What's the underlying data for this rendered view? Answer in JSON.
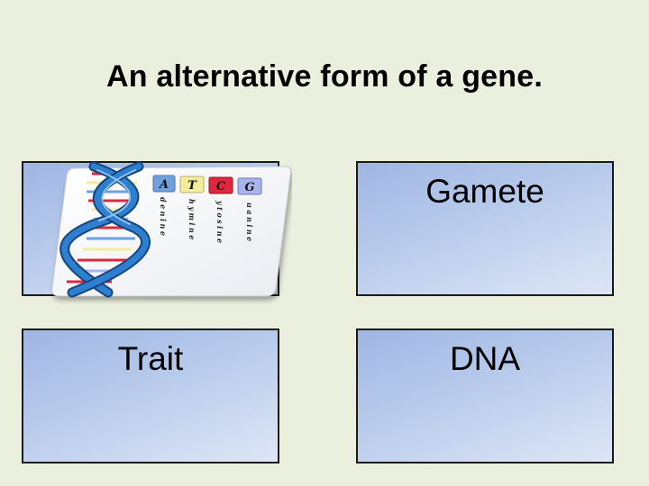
{
  "slide": {
    "title": "An alternative form of a gene."
  },
  "answers": {
    "top_right": "Gamete",
    "bottom_left": "Trait",
    "bottom_right": "DNA"
  },
  "dna_image": {
    "bases": [
      {
        "letter": "A",
        "color": "#6fa0e0",
        "word": "denine"
      },
      {
        "letter": "T",
        "color": "#f3ec9a",
        "word": "hymine"
      },
      {
        "letter": "C",
        "color": "#e0283c",
        "word": "ytosine"
      },
      {
        "letter": "G",
        "color": "#a9b4ee",
        "word": "uanine"
      }
    ]
  },
  "colors": {
    "background": "#ebefde",
    "box_gradient_start": "#9fb6e3",
    "box_gradient_end": "#dde6f5",
    "helix_blue": "#2f7fd0",
    "helix_dark": "#17467f"
  }
}
